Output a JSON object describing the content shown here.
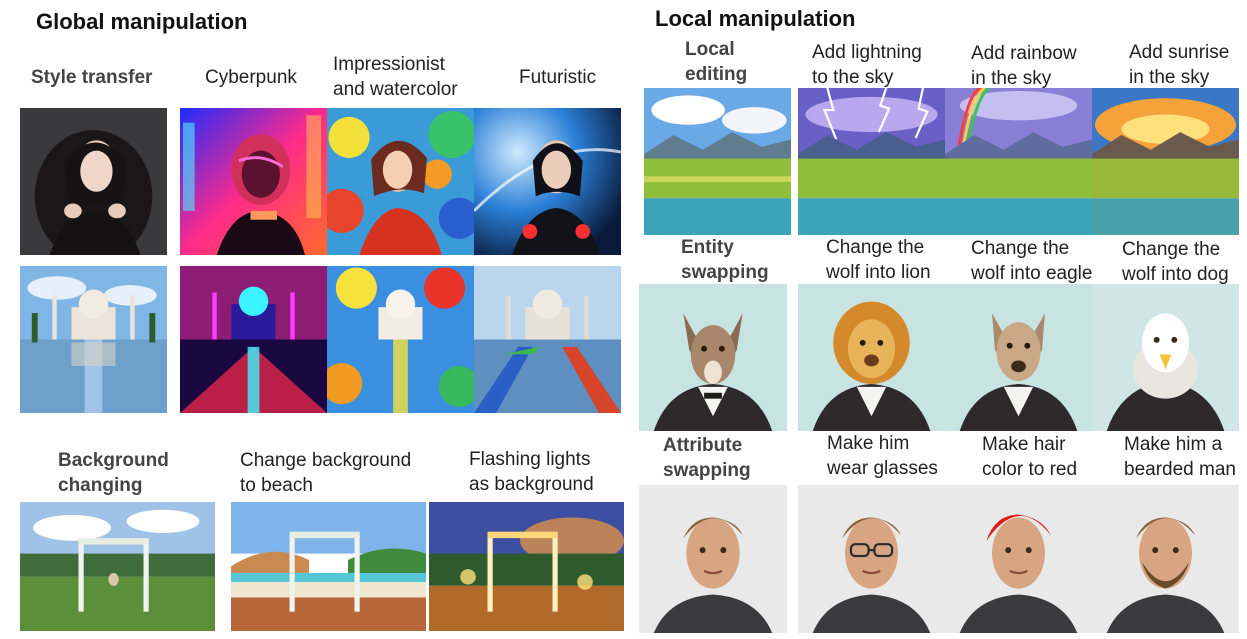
{
  "global": {
    "title": "Global manipulation",
    "style_transfer": {
      "row_label": "Style transfer",
      "columns": [
        "Cyberpunk",
        "Impressionist\nand watercolor",
        "Futuristic"
      ]
    },
    "background": {
      "row_label": "Background\nchanging",
      "columns": [
        "Change background\nto beach",
        "Flashing lights\nas background"
      ]
    }
  },
  "local": {
    "title": "Local manipulation",
    "local_editing": {
      "row_label": "Local\nediting",
      "columns": [
        "Add lightning\nto the sky",
        "Add rainbow\nin the sky",
        "Add sunrise\nin the sky"
      ]
    },
    "entity_swapping": {
      "row_label": "Entity\nswapping",
      "columns": [
        "Change the\nwolf into lion",
        "Change the\nwolf into eagle",
        "Change the\nwolf into dog"
      ]
    },
    "attribute_swapping": {
      "row_label": "Attribute\nswapping",
      "columns": [
        "Make him\nwear glasses",
        "Make hair\ncolor to red",
        "Make him a\nbearded man"
      ]
    }
  }
}
